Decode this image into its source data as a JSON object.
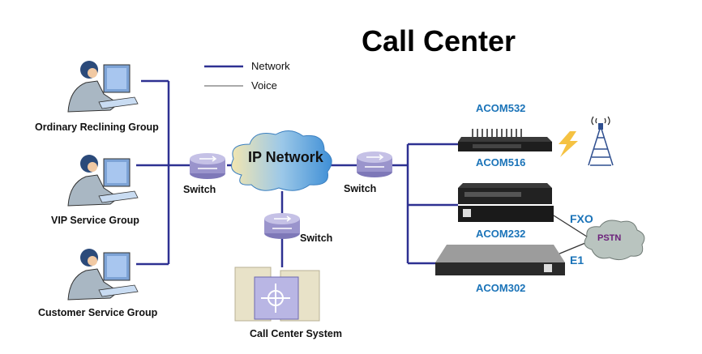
{
  "title": "Call Center",
  "legend": {
    "network": "Network",
    "voice": "Voice"
  },
  "groups": [
    {
      "label": "Ordinary Reclining Group"
    },
    {
      "label": "VIP Service Group"
    },
    {
      "label": "Customer Service Group"
    }
  ],
  "switches": {
    "left": "Switch",
    "right": "Switch",
    "bottom": "Switch"
  },
  "cloud_label": "IP Network",
  "system_label": "Call Center System",
  "devices": {
    "acom532": "ACOM532",
    "acom516": "ACOM516",
    "acom232": "ACOM232",
    "acom302": "ACOM302"
  },
  "pstn": {
    "label": "PSTN",
    "fxo": "FXO",
    "e1": "E1"
  },
  "colors": {
    "network_line": "#2e3192",
    "voice_line": "#333333",
    "device_label": "#1a73b8",
    "pstn_text": "#6b1f7a"
  }
}
